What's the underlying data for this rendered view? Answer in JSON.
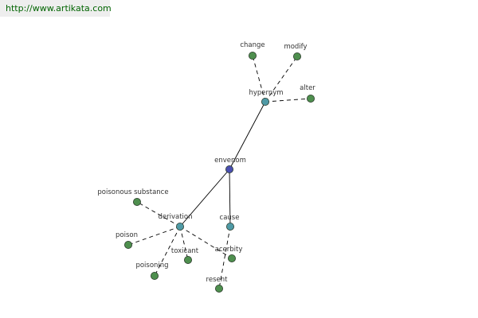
{
  "source": {
    "url": "http://www.artikata.com"
  },
  "colors": {
    "center_node": "#4a4fb0",
    "relation_node": "#4f9aa6",
    "word_node": "#4e8f4e",
    "node_stroke": "#2b3a2b",
    "edge": "#000000",
    "label": "#333333",
    "link": "#006400"
  },
  "graph": {
    "center": {
      "id": "envenom",
      "label": "envenom"
    },
    "relations": [
      {
        "id": "hypernym",
        "label": "hypernym"
      },
      {
        "id": "derivation",
        "label": "derivation"
      },
      {
        "id": "cause",
        "label": "cause"
      }
    ],
    "words": [
      {
        "id": "change",
        "label": "change",
        "relation": "hypernym"
      },
      {
        "id": "modify",
        "label": "modify",
        "relation": "hypernym"
      },
      {
        "id": "alter",
        "label": "alter",
        "relation": "hypernym"
      },
      {
        "id": "poisonous-substance",
        "label": "poisonous substance",
        "relation": "derivation"
      },
      {
        "id": "poison",
        "label": "poison",
        "relation": "derivation"
      },
      {
        "id": "poisoning",
        "label": "poisoning",
        "relation": "derivation"
      },
      {
        "id": "toxicant",
        "label": "toxicant",
        "relation": "derivation"
      },
      {
        "id": "acerbity",
        "label": "acerbity",
        "relation": "derivation"
      },
      {
        "id": "resent",
        "label": "resent",
        "relation": "cause"
      }
    ]
  }
}
